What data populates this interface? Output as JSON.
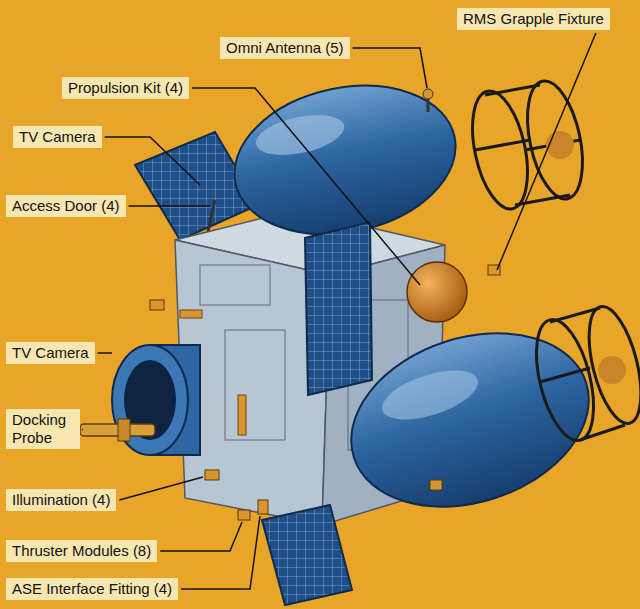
{
  "diagram": {
    "nodes": [
      {
        "text": [
          "RMS Grapple Fixture"
        ]
      },
      {
        "text": [
          "Omni Antenna (5)"
        ]
      },
      {
        "text": [
          "Propulsion Kit (4)"
        ]
      },
      {
        "text": [
          "TV Camera"
        ]
      },
      {
        "text": [
          "Access Door (4)"
        ]
      },
      {
        "text": [
          "TV Camera"
        ]
      },
      {
        "text": [
          "Docking Probe"
        ]
      },
      {
        "text": [
          "Illumination (4)"
        ]
      },
      {
        "text": [
          "Thruster Modules (8)"
        ]
      },
      {
        "text": [
          "ASE Interface Fitting (4)"
        ]
      }
    ]
  }
}
